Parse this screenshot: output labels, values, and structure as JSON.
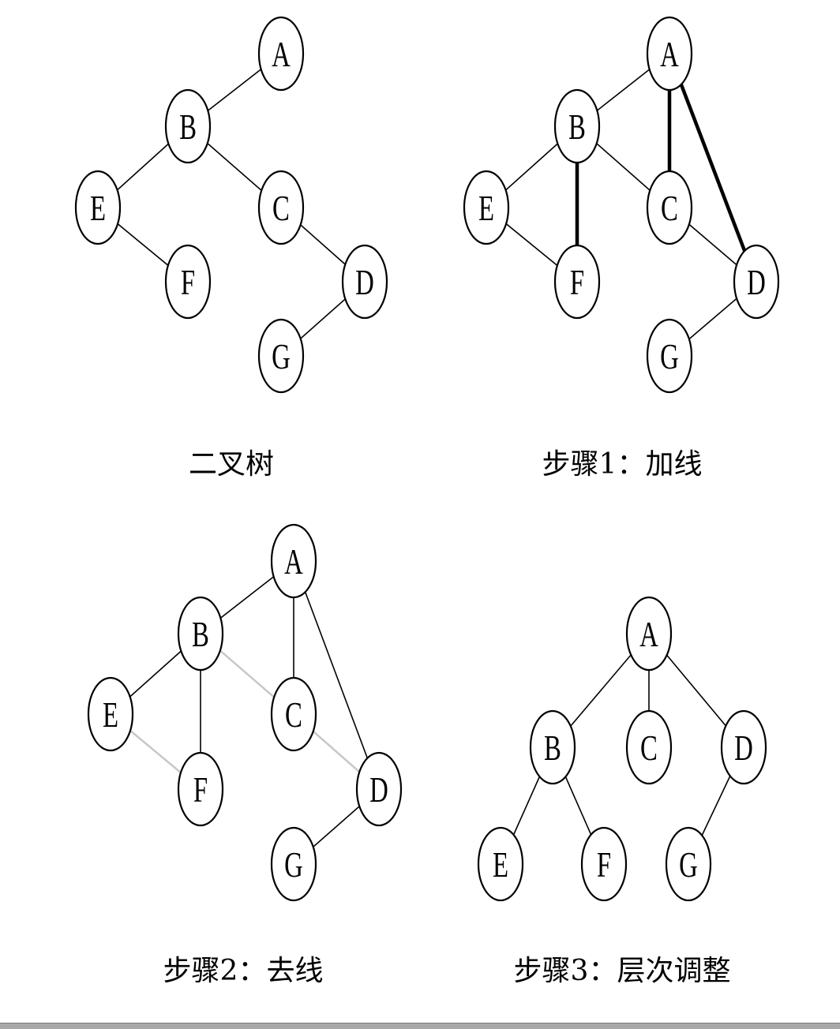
{
  "panels": [
    {
      "id": "binary-tree",
      "caption": "二叉树",
      "nodes": [
        "A",
        "B",
        "C",
        "D",
        "E",
        "F",
        "G"
      ],
      "edges": [
        {
          "from": "A",
          "to": "B",
          "style": "normal"
        },
        {
          "from": "B",
          "to": "E",
          "style": "normal"
        },
        {
          "from": "B",
          "to": "C",
          "style": "normal"
        },
        {
          "from": "E",
          "to": "F",
          "style": "normal"
        },
        {
          "from": "C",
          "to": "D",
          "style": "normal"
        },
        {
          "from": "D",
          "to": "G",
          "style": "normal"
        }
      ]
    },
    {
      "id": "step1",
      "caption": "步骤1：加线",
      "nodes": [
        "A",
        "B",
        "C",
        "D",
        "E",
        "F",
        "G"
      ],
      "edges": [
        {
          "from": "A",
          "to": "B",
          "style": "normal"
        },
        {
          "from": "B",
          "to": "E",
          "style": "normal"
        },
        {
          "from": "B",
          "to": "C",
          "style": "normal"
        },
        {
          "from": "E",
          "to": "F",
          "style": "normal"
        },
        {
          "from": "C",
          "to": "D",
          "style": "normal"
        },
        {
          "from": "D",
          "to": "G",
          "style": "normal"
        },
        {
          "from": "B",
          "to": "F",
          "style": "added"
        },
        {
          "from": "A",
          "to": "C",
          "style": "added"
        },
        {
          "from": "A",
          "to": "D",
          "style": "added"
        }
      ]
    },
    {
      "id": "step2",
      "caption": "步骤2：去线",
      "nodes": [
        "A",
        "B",
        "C",
        "D",
        "E",
        "F",
        "G"
      ],
      "edges": [
        {
          "from": "A",
          "to": "B",
          "style": "normal"
        },
        {
          "from": "B",
          "to": "E",
          "style": "normal"
        },
        {
          "from": "B",
          "to": "F",
          "style": "normal"
        },
        {
          "from": "A",
          "to": "C",
          "style": "normal"
        },
        {
          "from": "A",
          "to": "D",
          "style": "normal"
        },
        {
          "from": "D",
          "to": "G",
          "style": "normal"
        },
        {
          "from": "B",
          "to": "C",
          "style": "removed"
        },
        {
          "from": "E",
          "to": "F",
          "style": "removed"
        },
        {
          "from": "C",
          "to": "D",
          "style": "removed"
        }
      ]
    },
    {
      "id": "step3",
      "caption": "步骤3：层次调整",
      "nodes": [
        "A",
        "B",
        "C",
        "D",
        "E",
        "F",
        "G"
      ],
      "edges": [
        {
          "from": "A",
          "to": "B",
          "style": "normal"
        },
        {
          "from": "A",
          "to": "C",
          "style": "normal"
        },
        {
          "from": "A",
          "to": "D",
          "style": "normal"
        },
        {
          "from": "B",
          "to": "E",
          "style": "normal"
        },
        {
          "from": "B",
          "to": "F",
          "style": "normal"
        },
        {
          "from": "D",
          "to": "G",
          "style": "normal"
        }
      ]
    }
  ]
}
